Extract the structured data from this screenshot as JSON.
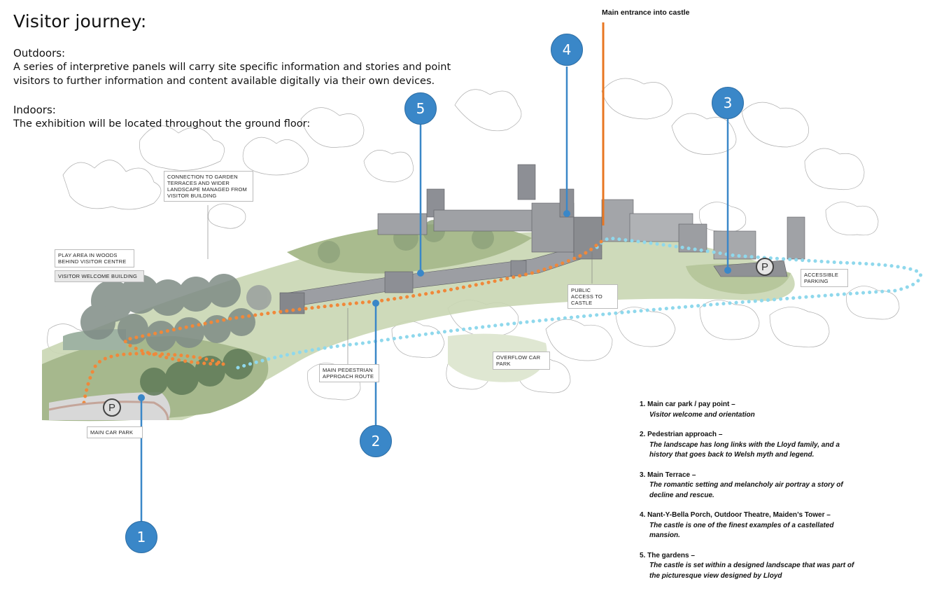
{
  "header": {
    "title": "Visitor journey:",
    "outdoors_heading": "Outdoors:",
    "outdoors_text": "A series of interpretive panels will carry site specific information and stories and point visitors to further information and content available digitally via their own devices.",
    "indoors_heading": "Indoors:",
    "indoors_text": "The exhibition will be located throughout the ground floor:"
  },
  "entrance_label": "Main entrance into castle",
  "map_labels": {
    "connection": "CONNECTION TO GARDEN TERRACES AND WIDER LANDSCAPE MANAGED FROM VISITOR BUILDING",
    "play_area": "PLAY AREA IN WOODS BEHIND VISITOR CENTRE",
    "welcome": "VISITOR WELCOME BUILDING",
    "public_access": "PUBLIC ACCESS TO CASTLE",
    "accessible": "ACCESSIBLE PARKING",
    "pedestrian": "MAIN PEDESTRIAN APPROACH ROUTE",
    "overflow": "OVERFLOW CAR PARK",
    "main_car_park": "MAIN CAR PARK",
    "parking_symbol": "P"
  },
  "markers": [
    "1",
    "2",
    "3",
    "4",
    "5"
  ],
  "legend": [
    {
      "heading": "1. Main car park / pay point –",
      "text": "Visitor welcome and orientation"
    },
    {
      "heading": "2. Pedestrian approach –",
      "text": "The landscape has long links with the Lloyd family, and a history that goes back to Welsh myth and legend."
    },
    {
      "heading": "3. Main Terrace –",
      "text": "The romantic setting and melancholy air portray a story of decline and rescue."
    },
    {
      "heading": "4. Nant-Y-Bella Porch, Outdoor Theatre, Maiden’s Tower –",
      "text": "The castle is one of the finest examples of a castellated mansion."
    },
    {
      "heading": "5. The gardens –",
      "text": "The castle is set within a designed landscape that was part of the picturesque view designed by Lloyd"
    }
  ],
  "colors": {
    "marker": "#3a87c8",
    "orange_route": "#f0883a",
    "blue_route": "#8fd8ec",
    "entrance_line": "#e87722"
  }
}
